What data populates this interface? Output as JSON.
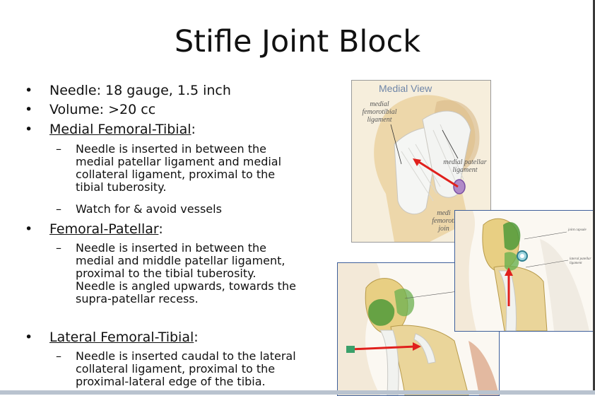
{
  "slide": {
    "title": "Stifle Joint Block",
    "bullets": [
      {
        "text": "Needle: 18 gauge, 1.5 inch"
      },
      {
        "text": "Volume:  >20 cc"
      },
      {
        "heading": "Medial Femoral-Tibial",
        "suffix": ":",
        "subpoints": [
          "Needle is inserted in between the medial patellar ligament and medial collateral ligament, proximal to the tibial tuberosity.",
          "Watch for & avoid vessels"
        ]
      },
      {
        "heading": "Femoral-Patellar",
        "suffix": ":",
        "subpoints": [
          "Needle is inserted in between the medial and middle patellar ligament, proximal to the tibial tuberosity. Needle is angled upwards, towards the supra-patellar recess."
        ]
      },
      {
        "heading": "Lateral Femoral-Tibial",
        "suffix": ":",
        "subpoints": [
          "Needle is inserted caudal to the lateral collateral ligament, proximal to the proximal-lateral edge of the tibia."
        ]
      }
    ],
    "bullet_glyph": "•",
    "dash_glyph": "–"
  },
  "images": {
    "medial": {
      "heading": "Medial View",
      "labels": {
        "femorotibial": "medial femorotibial ligament",
        "patellar": "medial patellar ligament",
        "partial": "medi femoroti join"
      }
    },
    "small_labels": {
      "capsule": "joint capsule",
      "lateral_patellar": "lateral patellar ligament"
    }
  },
  "colors": {
    "needle_red": "#e0201c",
    "bone": "#e8cf83",
    "ligament": "#eef0ee",
    "cartilage_green": "#4f9a3a",
    "image_bg": "#f6eedc",
    "frame_blue": "#3e5f9a"
  }
}
